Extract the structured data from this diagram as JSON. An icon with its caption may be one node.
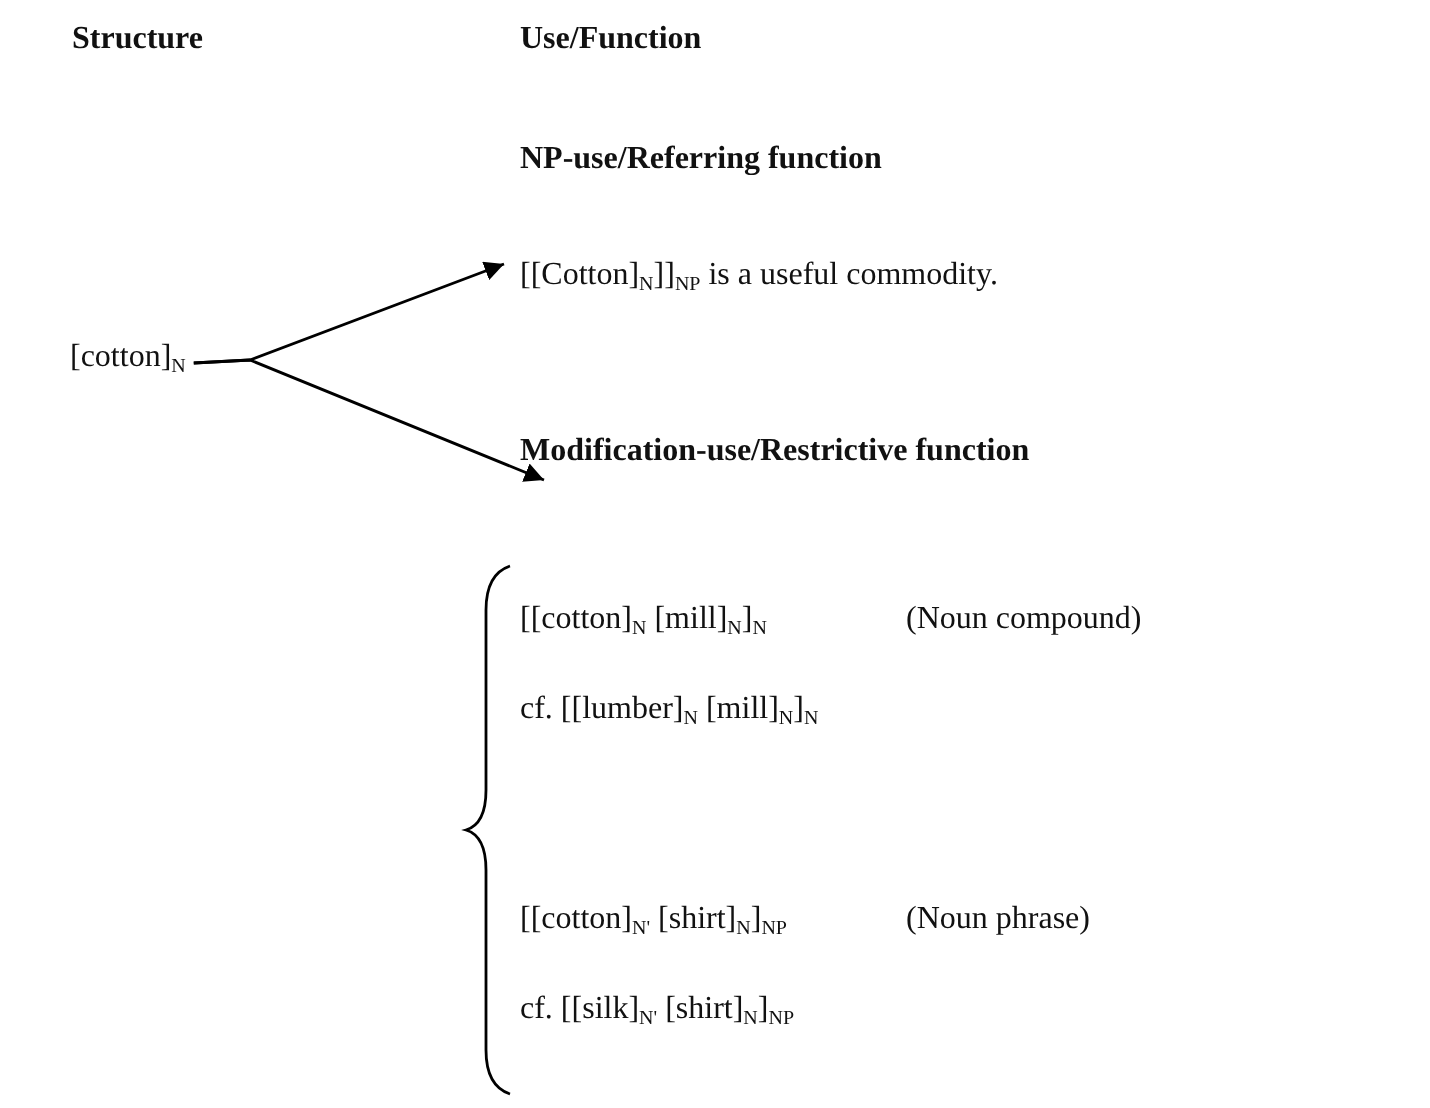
{
  "diagram": {
    "nodes": [
      {
        "text": [
          "[cotton]$_{N}$"
        ]
      },
      {
        "text": [
          "[[Cotton]$_{N}$]]$_{NP}$ is a useful commodity."
        ]
      },
      {
        "text": [
          "Modification-use/Restrictive function"
        ]
      }
    ],
    "edges": [
      {
        "from": 0,
        "to": 1,
        "arrow": "to"
      },
      {
        "from": 0,
        "to": 2,
        "arrow": "to"
      }
    ],
    "labels": [
      "Structure",
      "Use/Function",
      "NP-use/Referring function",
      "[[cotton]$_{N}$ [mill]$_{N}$]$_{N}$",
      "(Noun compound)",
      "cf. [[lumber]$_{N}$ [mill]$_{N}$]$_{N}$",
      "[[cotton]$_{N'}$ [shirt]$_{N}$]$_{NP}$",
      "(Noun phrase)",
      "cf. [[silk]$_{N'}$ [shirt]$_{N}$]$_{NP}$"
    ]
  }
}
